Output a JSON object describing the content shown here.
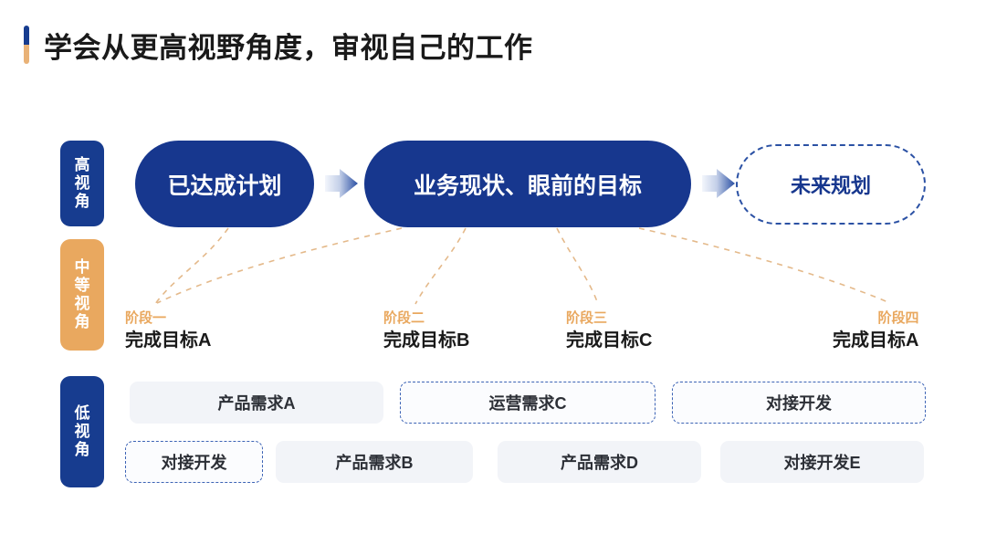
{
  "slide": {
    "title": "学会从更高视野角度，审视自己的工作",
    "accent_top_color": "#173C8F",
    "accent_bottom_color": "#E9B277",
    "background_color": "#FFFFFF"
  },
  "perspective_labels": [
    {
      "name": "high",
      "text": "高视角",
      "color": "#173C8F"
    },
    {
      "name": "medium",
      "text": "中等视角",
      "color": "#E9A85F"
    },
    {
      "name": "low",
      "text": "低视角",
      "color": "#173C8F"
    }
  ],
  "flow": {
    "nodes": [
      {
        "label": "已达成计划",
        "style": "solid",
        "fill": "#17378E",
        "text_color": "#FFFFFF"
      },
      {
        "label": "业务现状、眼前的目标",
        "style": "solid",
        "fill": "#17378E",
        "text_color": "#FFFFFF"
      },
      {
        "label": "未来规划",
        "style": "dashed",
        "fill": "#FFFFFF",
        "text_color": "#17378E"
      }
    ],
    "arrows": [
      {
        "name": "arrow-plan-to-current"
      },
      {
        "name": "arrow-current-to-future"
      }
    ]
  },
  "stages": [
    {
      "kicker": "阶段一",
      "title": "完成目标A"
    },
    {
      "kicker": "阶段二",
      "title": "完成目标B"
    },
    {
      "kicker": "阶段三",
      "title": "完成目标C"
    },
    {
      "kicker": "阶段四",
      "title": "完成目标A"
    }
  ],
  "tasks": {
    "row1": [
      {
        "label": "产品需求A",
        "style": "solid"
      },
      {
        "label": "运营需求C",
        "style": "dashed"
      },
      {
        "label": "对接开发",
        "style": "dashed"
      }
    ],
    "row2": [
      {
        "label": "对接开发",
        "style": "dashed"
      },
      {
        "label": "产品需求B",
        "style": "solid"
      },
      {
        "label": "产品需求D",
        "style": "solid"
      },
      {
        "label": "对接开发E",
        "style": "solid"
      }
    ]
  },
  "colors": {
    "brand_blue": "#17378E",
    "accent_orange": "#E9A85F",
    "chip_fill": "#F2F4F8",
    "dashed_border": "#3C63B5",
    "connector_line": "#E4B98A"
  }
}
